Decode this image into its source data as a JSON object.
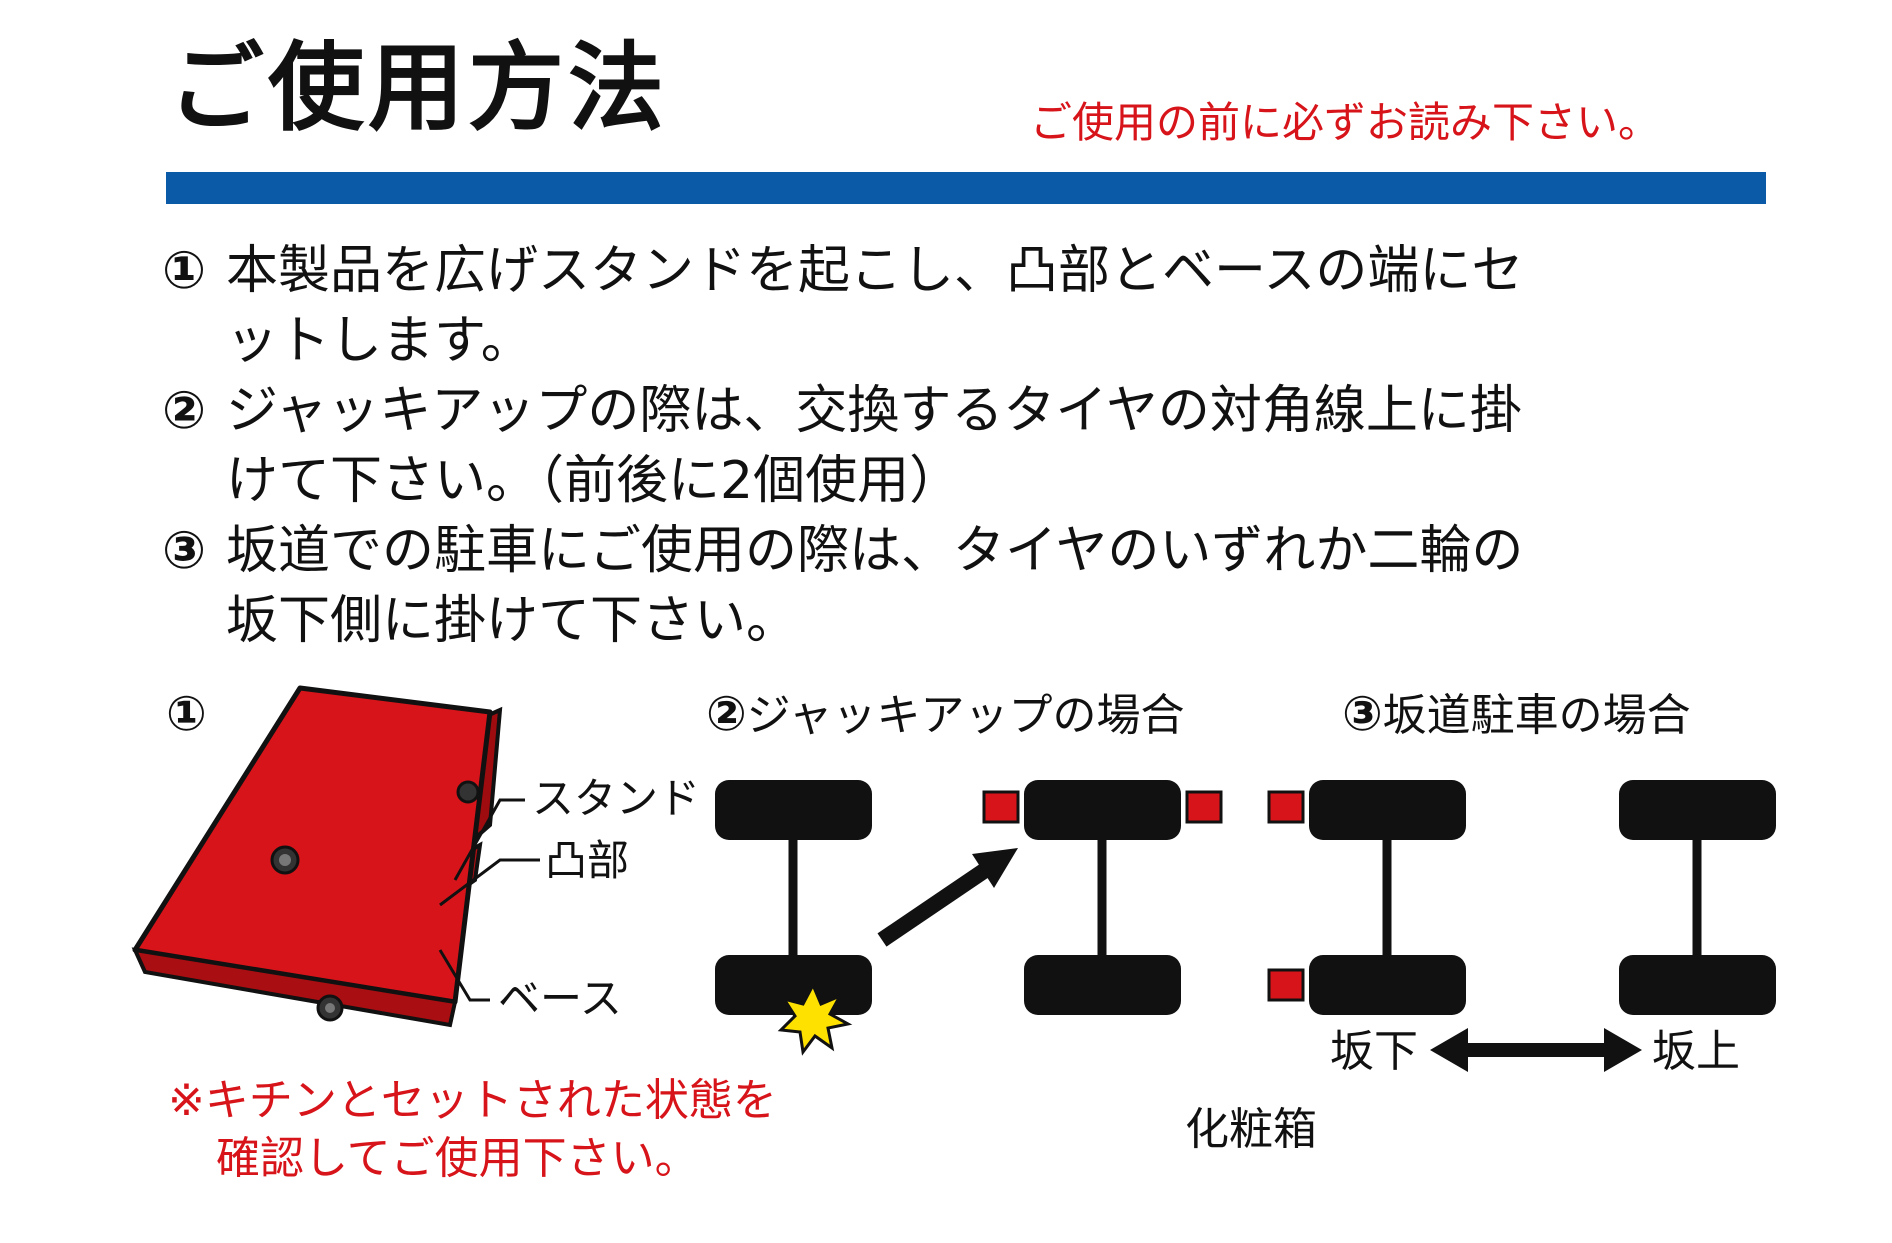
{
  "header": {
    "title": "ご使用方法",
    "warning": "ご使用の前に必ずお読み下さい。"
  },
  "steps": [
    {
      "num": "①",
      "line1": "本製品を広げスタンドを起こし、凸部とベースの端にセ",
      "line2": "ットします。"
    },
    {
      "num": "②",
      "line1": "ジャッキアップの際は、交換するタイヤの対角線上に掛",
      "line2": "けて下さい。（前後に2個使用）"
    },
    {
      "num": "③",
      "line1": "坂道での駐車にご使用の際は、タイヤのいずれか二輪の",
      "line2": "坂下側に掛けて下さい。"
    }
  ],
  "figure1": {
    "num": "①",
    "callouts": {
      "stand": "スタンド",
      "bump": "凸部",
      "base": "ベース"
    },
    "note_line1": "※キチンとセットされた状態を",
    "note_line2": "確認してご使用下さい。"
  },
  "figure2": {
    "num": "②",
    "label": "ジャッキアップの場合"
  },
  "figure3": {
    "num": "③",
    "label": "坂道駐車の場合",
    "downhill": "坂下",
    "uphill": "坂上"
  },
  "box_label": "化粧箱",
  "colors": {
    "blue_rule": "#0b5aa8",
    "red": "#d7141a",
    "black": "#111111",
    "spark": "#ffe100"
  },
  "icons": [
    "chock-illustration",
    "tire-icon",
    "arrow-icon",
    "double-arrow-icon",
    "spark-icon"
  ]
}
